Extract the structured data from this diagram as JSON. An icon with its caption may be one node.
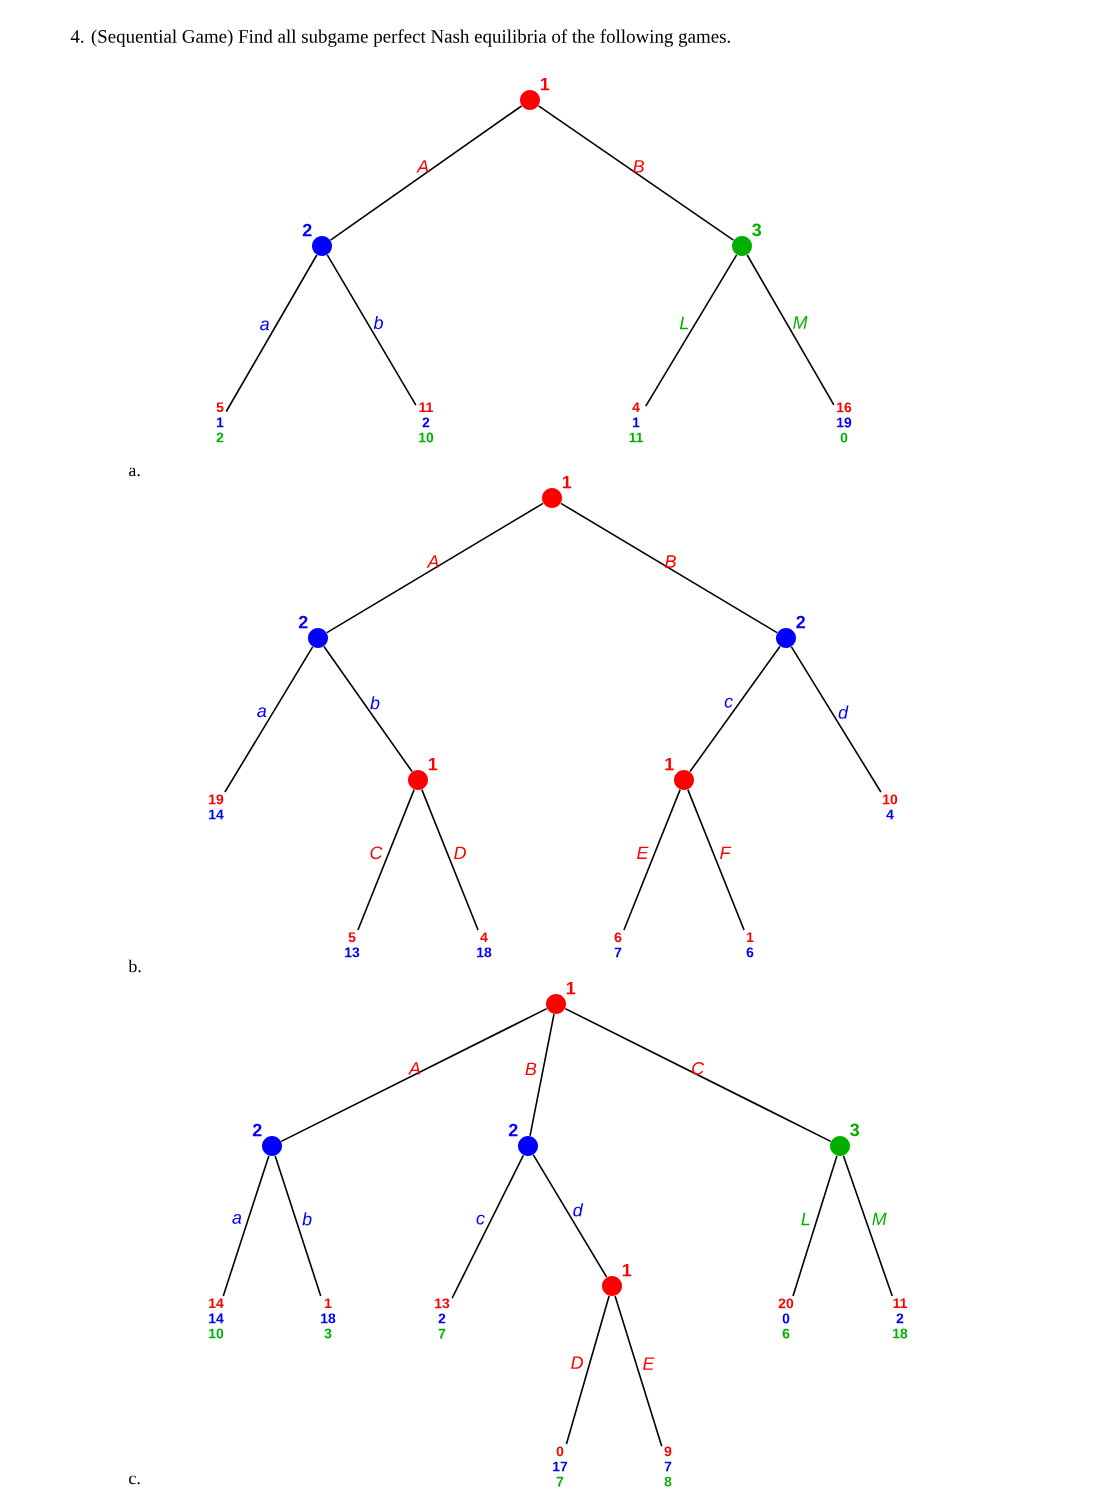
{
  "diagram": {
    "title": "4. (Sequential Game) Find all subgame perfect Nash equilibria of the following games.",
    "nodes": [
      {
        "text": [],
        "shape": "circle",
        "beside": [
          "1"
        ]
      },
      {
        "text": [],
        "shape": "circle",
        "beside": [
          "2"
        ]
      },
      {
        "text": [],
        "shape": "circle",
        "beside": [
          "3"
        ]
      },
      {
        "text": [
          "5",
          "1",
          "2"
        ]
      },
      {
        "text": [
          "11",
          "2",
          "10"
        ]
      },
      {
        "text": [
          "4",
          "1",
          "11"
        ]
      },
      {
        "text": [
          "16",
          "19",
          "0"
        ]
      },
      {
        "text": [],
        "shape": "circle",
        "beside": [
          "1"
        ]
      },
      {
        "text": [],
        "shape": "circle",
        "beside": [
          "2"
        ]
      },
      {
        "text": [],
        "shape": "circle",
        "beside": [
          "2"
        ]
      },
      {
        "text": [
          "19",
          "14"
        ]
      },
      {
        "text": [],
        "shape": "circle",
        "beside": [
          "1"
        ]
      },
      {
        "text": [],
        "shape": "circle",
        "beside": [
          "1"
        ]
      },
      {
        "text": [
          "10",
          "4"
        ]
      },
      {
        "text": [
          "5",
          "13"
        ]
      },
      {
        "text": [
          "4",
          "18"
        ]
      },
      {
        "text": [
          "6",
          "7"
        ]
      },
      {
        "text": [
          "1",
          "6"
        ]
      },
      {
        "text": [],
        "shape": "circle",
        "beside": [
          "1"
        ]
      },
      {
        "text": [],
        "shape": "circle",
        "beside": [
          "2"
        ]
      },
      {
        "text": [],
        "shape": "circle",
        "beside": [
          "2"
        ]
      },
      {
        "text": [],
        "shape": "circle",
        "beside": [
          "3"
        ]
      },
      {
        "text": [
          "14",
          "14",
          "10"
        ]
      },
      {
        "text": [
          "1",
          "18",
          "3"
        ]
      },
      {
        "text": [
          "13",
          "2",
          "7"
        ]
      },
      {
        "text": [],
        "shape": "circle",
        "beside": [
          "1"
        ]
      },
      {
        "text": [
          "20",
          "0",
          "6"
        ]
      },
      {
        "text": [
          "11",
          "2",
          "18"
        ]
      },
      {
        "text": [
          "0",
          "17",
          "7"
        ]
      },
      {
        "text": [
          "9",
          "7",
          "8"
        ]
      }
    ],
    "edges": [
      {
        "from": 0,
        "to": 1,
        "arrow": "none",
        "label": "A"
      },
      {
        "from": 0,
        "to": 2,
        "arrow": "none",
        "label": "B"
      },
      {
        "from": 1,
        "to": 3,
        "arrow": "none",
        "label": "a"
      },
      {
        "from": 1,
        "to": 4,
        "arrow": "none",
        "label": "b"
      },
      {
        "from": 2,
        "to": 5,
        "arrow": "none",
        "label": "L"
      },
      {
        "from": 2,
        "to": 6,
        "arrow": "none",
        "label": "M"
      },
      {
        "from": 7,
        "to": 8,
        "arrow": "none",
        "label": "A"
      },
      {
        "from": 7,
        "to": 9,
        "arrow": "none",
        "label": "B"
      },
      {
        "from": 8,
        "to": 10,
        "arrow": "none",
        "label": "a"
      },
      {
        "from": 8,
        "to": 11,
        "arrow": "none",
        "label": "b"
      },
      {
        "from": 9,
        "to": 12,
        "arrow": "none",
        "label": "c"
      },
      {
        "from": 9,
        "to": 13,
        "arrow": "none",
        "label": "d"
      },
      {
        "from": 11,
        "to": 14,
        "arrow": "none",
        "label": "C"
      },
      {
        "from": 11,
        "to": 15,
        "arrow": "none",
        "label": "D"
      },
      {
        "from": 12,
        "to": 16,
        "arrow": "none",
        "label": "E"
      },
      {
        "from": 12,
        "to": 17,
        "arrow": "none",
        "label": "F"
      },
      {
        "from": 18,
        "to": 19,
        "arrow": "none",
        "label": "A"
      },
      {
        "from": 18,
        "to": 20,
        "arrow": "none",
        "label": "B"
      },
      {
        "from": 18,
        "to": 21,
        "arrow": "none",
        "label": "C"
      },
      {
        "from": 19,
        "to": 22,
        "arrow": "none",
        "label": "a"
      },
      {
        "from": 19,
        "to": 23,
        "arrow": "none",
        "label": "b"
      },
      {
        "from": 20,
        "to": 24,
        "arrow": "none",
        "label": "c"
      },
      {
        "from": 20,
        "to": 25,
        "arrow": "none",
        "label": "d"
      },
      {
        "from": 21,
        "to": 26,
        "arrow": "none",
        "label": "L"
      },
      {
        "from": 21,
        "to": 27,
        "arrow": "none",
        "label": "M"
      },
      {
        "from": 25,
        "to": 28,
        "arrow": "none",
        "label": "D"
      },
      {
        "from": 25,
        "to": 29,
        "arrow": "none",
        "label": "E"
      }
    ],
    "labels": [
      "a.",
      "b.",
      "c."
    ]
  }
}
